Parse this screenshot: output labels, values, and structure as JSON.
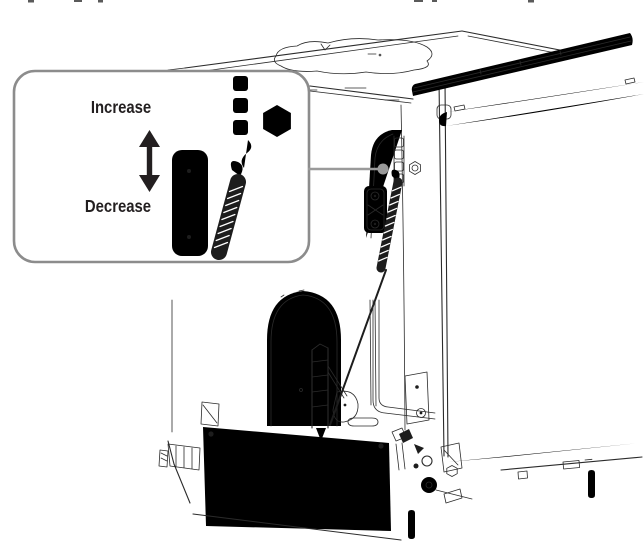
{
  "callout": {
    "increase_label": "Increase",
    "decrease_label": "Decrease"
  },
  "icons": {
    "adjustment_direction": "up-down-arrow-icon",
    "callout_pointer": "locator-dot"
  },
  "colors": {
    "line_art": "#2b2b2b",
    "spring_black": "#1d1d1d",
    "callout_border": "#8c8c8c",
    "leader_line": "#9a9a9a",
    "locator_dot": "#9a9a9a",
    "arrow": "#231f20",
    "text": "#231f20",
    "background": "#ffffff"
  }
}
